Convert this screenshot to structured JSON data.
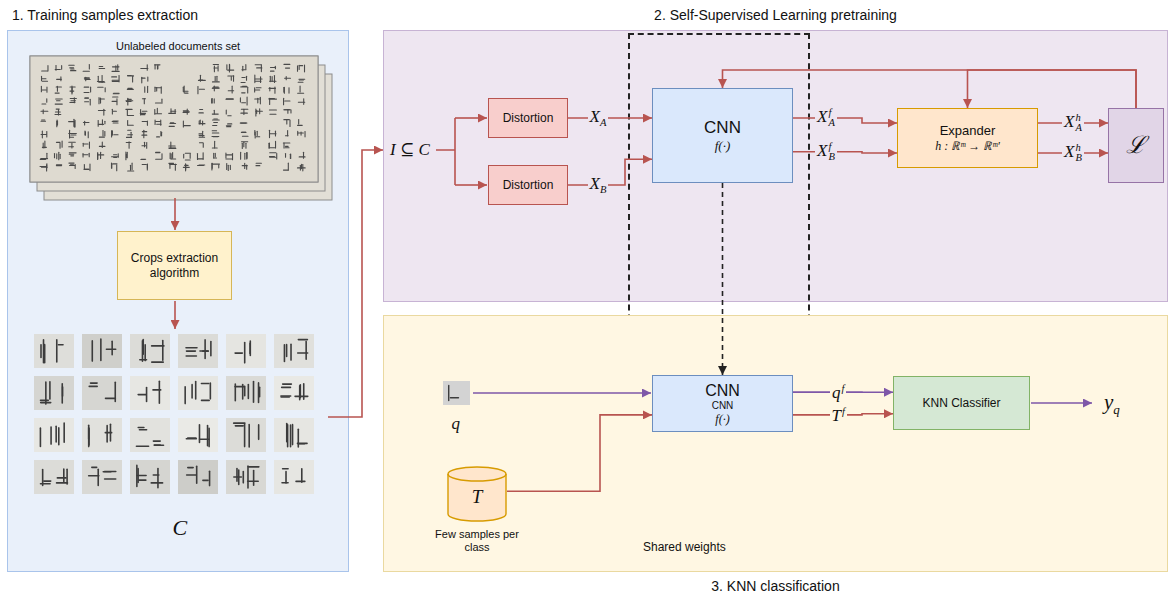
{
  "diagram": {
    "nodes": [
      {
        "text": [
          "1. Training samples extraction"
        ]
      },
      {
        "text": [
          "Crops extraction algorithm"
        ],
        "in": 0
      },
      {
        "text": [
          "2. Self-Supervised Learning pretraining"
        ]
      },
      {
        "text": [
          "Distortion"
        ],
        "in": 2
      },
      {
        "text": [
          "Distortion"
        ],
        "in": 2
      },
      {
        "text": [
          "Shared weights"
        ]
      },
      {
        "text": [
          "CNN",
          "f(·)"
        ],
        "in": 5
      },
      {
        "text": [
          "Expander",
          "h : ℝᵐ → ℝᵐ′"
        ],
        "in": 2
      },
      {
        "text": [
          "ℒ"
        ],
        "in": 2
      },
      {
        "text": [
          "3. KNN classification"
        ]
      },
      {
        "text": [
          "CNN",
          "CNN",
          "f(·)"
        ],
        "in": 5
      },
      {
        "text": [
          "KNN Classifier"
        ],
        "in": 9
      },
      {
        "text": [
          "T",
          "Few samples per class"
        ],
        "in": 9
      }
    ],
    "edges": [
      {
        "from": 3,
        "to": 6,
        "label": "XA",
        "arrow": "to"
      },
      {
        "from": 4,
        "to": 6,
        "label": "XB",
        "arrow": "to"
      },
      {
        "from": 6,
        "to": 7,
        "label": "XAf",
        "arrow": "to"
      },
      {
        "from": 6,
        "to": 7,
        "label": "XBf",
        "arrow": "to"
      },
      {
        "from": 7,
        "to": 8,
        "label": "XAh",
        "arrow": "to"
      },
      {
        "from": 7,
        "to": 8,
        "label": "XBh",
        "arrow": "to"
      },
      {
        "from": 8,
        "to": 6,
        "arrow": "to"
      },
      {
        "from": 8,
        "to": 7,
        "arrow": "to"
      },
      {
        "from": 6,
        "to": 10,
        "arrow": "to"
      },
      {
        "from": 12,
        "to": 10,
        "arrow": "to"
      },
      {
        "from": 10,
        "to": 11,
        "label": "qf",
        "arrow": "to"
      },
      {
        "from": 10,
        "to": 11,
        "label": "Tf",
        "arrow": "to"
      }
    ],
    "labels": [
      "Unlabeled documents set",
      "C",
      "I ⊆ C",
      "q",
      "yq"
    ]
  }
}
